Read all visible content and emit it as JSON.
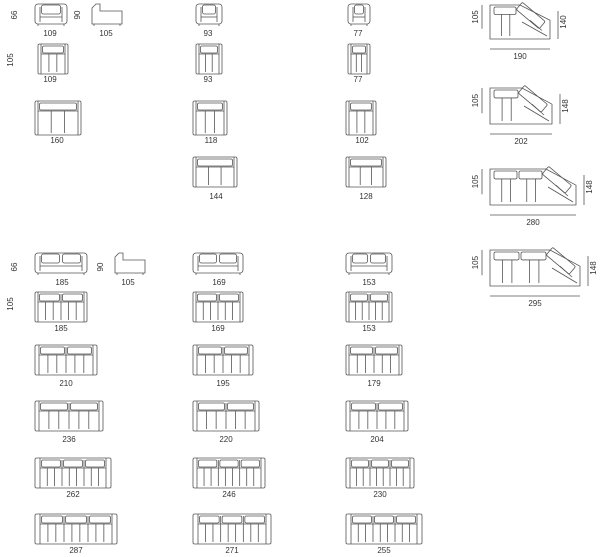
{
  "top_section": {
    "side_view": {
      "height": "66",
      "depth": "90"
    },
    "col1": [
      "109",
      "105",
      "109",
      "160"
    ],
    "col1_side_depth": "105",
    "col2": [
      "93",
      "93",
      "118",
      "144"
    ],
    "col3": [
      "77",
      "77",
      "102",
      "128"
    ]
  },
  "bottom_section": {
    "side_view": {
      "height": "66",
      "depth": "90"
    },
    "col1": [
      "185",
      "105",
      "185",
      "210",
      "236",
      "262",
      "287"
    ],
    "col1_side_depth": "105",
    "col2": [
      "169",
      "169",
      "195",
      "220",
      "246",
      "271"
    ],
    "col3": [
      "153",
      "153",
      "179",
      "204",
      "230",
      "255"
    ]
  },
  "corner_section": [
    {
      "width": "190",
      "depth": "105",
      "return": "140"
    },
    {
      "width": "202",
      "depth": "105",
      "return": "148"
    },
    {
      "width": "280",
      "depth": "105",
      "return": "148"
    },
    {
      "width": "295",
      "depth": "105",
      "return": "148"
    }
  ]
}
